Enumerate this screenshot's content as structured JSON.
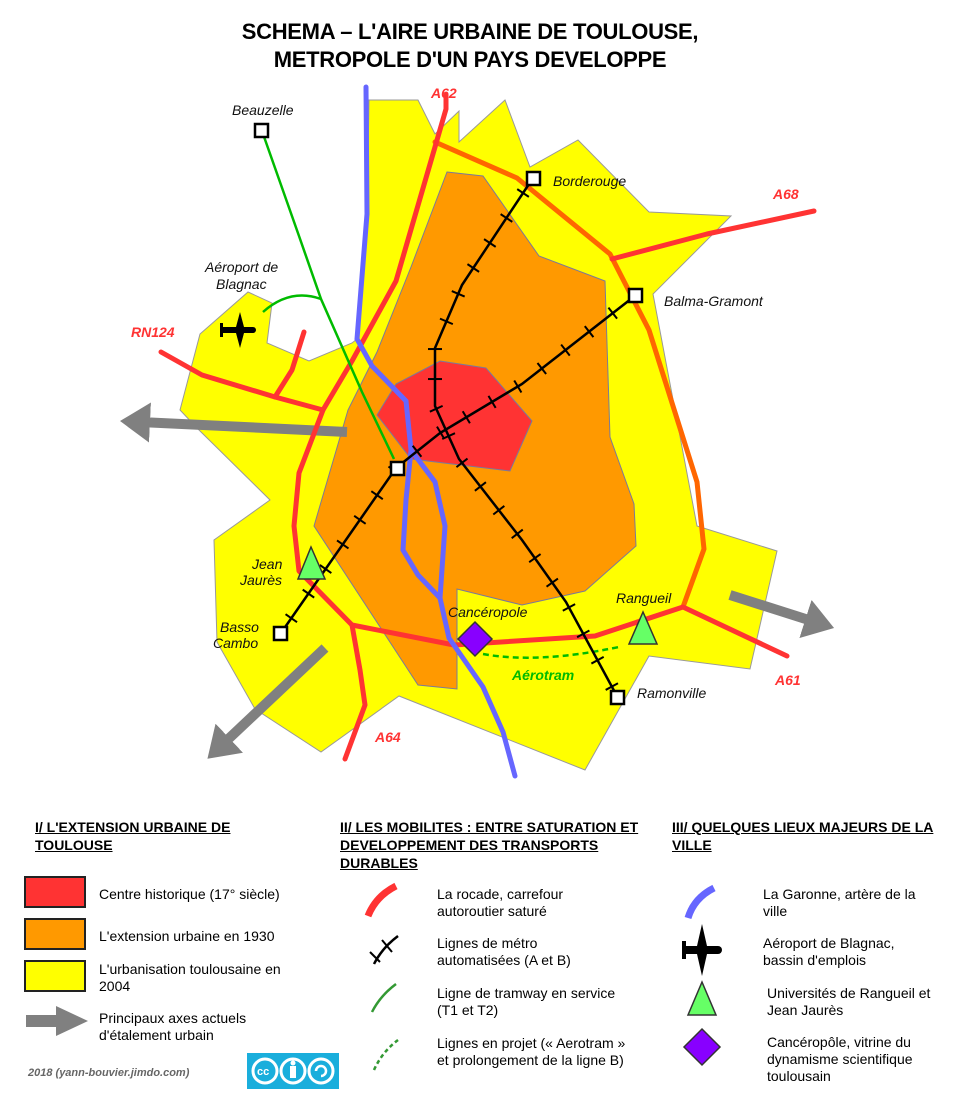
{
  "title": {
    "line1": "SCHEMA – L'AIRE URBAINE DE TOULOUSE,",
    "line2": "METROPOLE D'UN PAYS DEVELOPPE"
  },
  "colors": {
    "centre": "#ff3333",
    "extension_1930": "#ff9900",
    "urbanisation_2004": "#ffff00",
    "rocade": "#ff3333",
    "outer_ring": "#ff6600",
    "garonne": "#6666ff",
    "tram": "#00bb00",
    "universites": "#66ff66",
    "canceropole": "#8800ff",
    "axes": "#808080"
  },
  "map": {
    "places": {
      "beauzelle": "Beauzelle",
      "borderouge": "Borderouge",
      "balma": "Balma-Gramont",
      "aeroport_1": "Aéroport de",
      "aeroport_2": "Blagnac",
      "jean_1": "Jean",
      "jean_2": "Jaurès",
      "basso_1": "Basso",
      "basso_2": "Cambo",
      "canceropole": "Cancéropole",
      "rangueil": "Rangueil",
      "ramonville": "Ramonville",
      "aerotram": "Aérotram"
    },
    "roads": {
      "a62": "A62",
      "a68": "A68",
      "rn124": "RN124",
      "a61": "A61",
      "a64": "A64"
    },
    "icons": [
      "airplane-icon",
      "triangle-icon",
      "diamond-icon",
      "station-square-icon",
      "arrow-icon"
    ]
  },
  "legend": {
    "section1": {
      "heading": "I/ L'EXTENSION URBAINE DE TOULOUSE",
      "items": [
        "Centre historique (17° siècle)",
        "L'extension urbaine en 1930",
        "L'urbanisation toulousaine en 2004",
        "Principaux axes actuels d'étalement urbain"
      ]
    },
    "section2": {
      "heading": "II/ LES MOBILITES : ENTRE SATURATION ET DEVELOPPEMENT DES TRANSPORTS DURABLES",
      "items": [
        "La rocade, carrefour autoroutier saturé",
        "Lignes de métro automatisées (A et B)",
        "Ligne de tramway en service (T1 et T2)",
        "Lignes en projet (« Aerotram » et prolongement de la ligne B)"
      ]
    },
    "section3": {
      "heading": "III/ QUELQUES LIEUX MAJEURS DE LA VILLE",
      "items": [
        "La Garonne, artère de la ville",
        "Aéroport de Blagnac, bassin d'emplois",
        "Universités de Rangueil et Jean Jaurès",
        "Cancéropôle, vitrine du dynamisme scientifique toulousain"
      ]
    }
  },
  "credit": "2018 (yann-bouvier.jimdo.com)",
  "license_badge": "cc-by-sa"
}
